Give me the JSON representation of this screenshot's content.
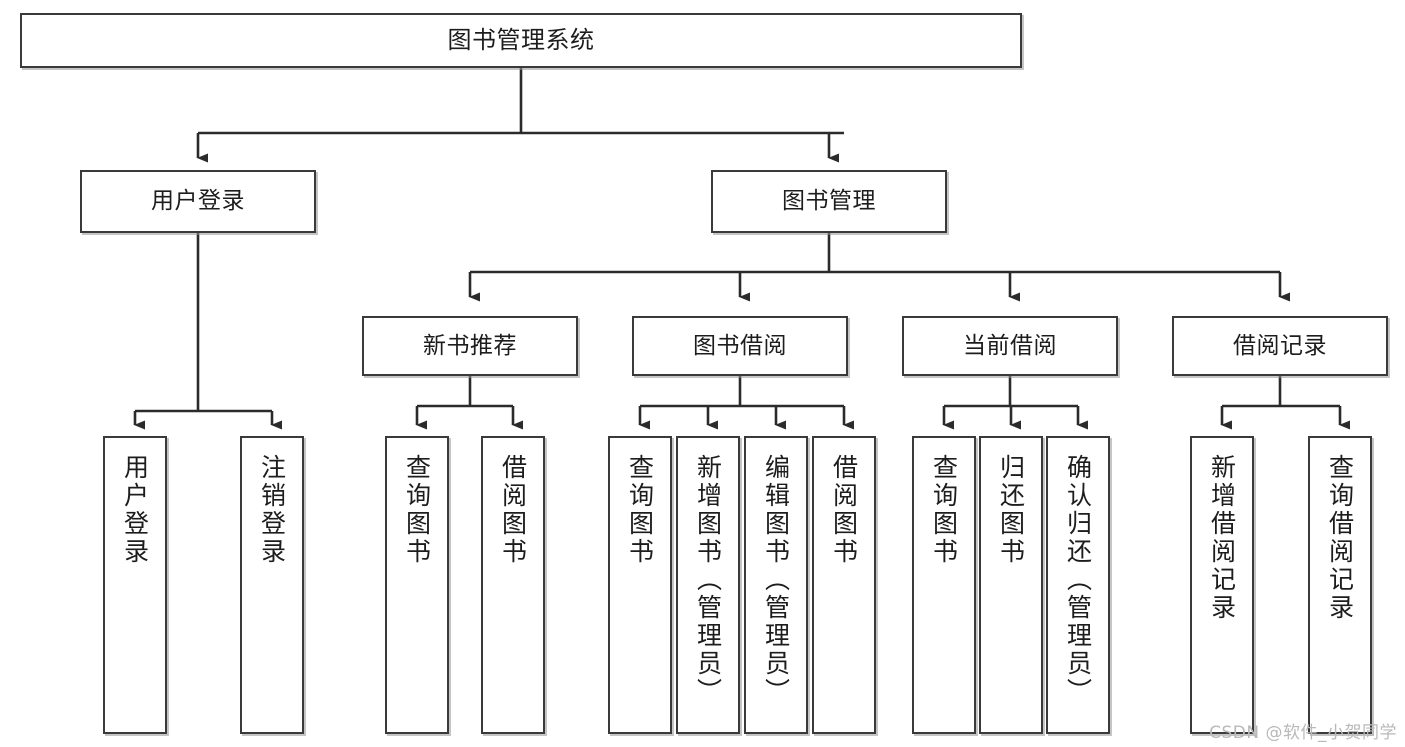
{
  "diagram": {
    "title": "图书管理系统",
    "type": "tree-hierarchy",
    "watermark": "CSDN @软件_小贺同学",
    "colors": {
      "box_border": "#3a3a3a",
      "box_fill": "#ffffff",
      "connector": "#2b2b2b",
      "text": "#1d1d1d",
      "watermark": "#b9b9b9"
    },
    "levels": {
      "level1": [
        {
          "id": "root",
          "label": "图书管理系统"
        }
      ],
      "level2": [
        {
          "id": "user-login",
          "label": "用户登录"
        },
        {
          "id": "book-manage",
          "label": "图书管理"
        }
      ],
      "level3": [
        {
          "id": "new-book-rec",
          "label": "新书推荐"
        },
        {
          "id": "book-borrow",
          "label": "图书借阅"
        },
        {
          "id": "current-borrow",
          "label": "当前借阅"
        },
        {
          "id": "borrow-record",
          "label": "借阅记录"
        }
      ],
      "level4": [
        {
          "id": "leaf-user-login",
          "label": "用户登录",
          "parent": "user-login"
        },
        {
          "id": "leaf-user-logout",
          "label": "注销登录",
          "parent": "user-login"
        },
        {
          "id": "leaf-rec-query",
          "label": "查询图书",
          "parent": "new-book-rec"
        },
        {
          "id": "leaf-rec-borrow",
          "label": "借阅图书",
          "parent": "new-book-rec"
        },
        {
          "id": "leaf-borrow-query",
          "label": "查询图书",
          "parent": "book-borrow"
        },
        {
          "id": "leaf-borrow-add",
          "label": "新增图书（管理员）",
          "parent": "book-borrow"
        },
        {
          "id": "leaf-borrow-edit",
          "label": "编辑图书（管理员）",
          "parent": "book-borrow"
        },
        {
          "id": "leaf-borrow-lend",
          "label": "借阅图书",
          "parent": "book-borrow"
        },
        {
          "id": "leaf-cur-query",
          "label": "查询图书",
          "parent": "current-borrow"
        },
        {
          "id": "leaf-cur-return",
          "label": "归还图书",
          "parent": "current-borrow"
        },
        {
          "id": "leaf-cur-confirm",
          "label": "确认归还（管理员）",
          "parent": "current-borrow"
        },
        {
          "id": "leaf-rec-add",
          "label": "新增借阅记录",
          "parent": "borrow-record"
        },
        {
          "id": "leaf-rec-search",
          "label": "查询借阅记录",
          "parent": "borrow-record"
        }
      ]
    }
  }
}
